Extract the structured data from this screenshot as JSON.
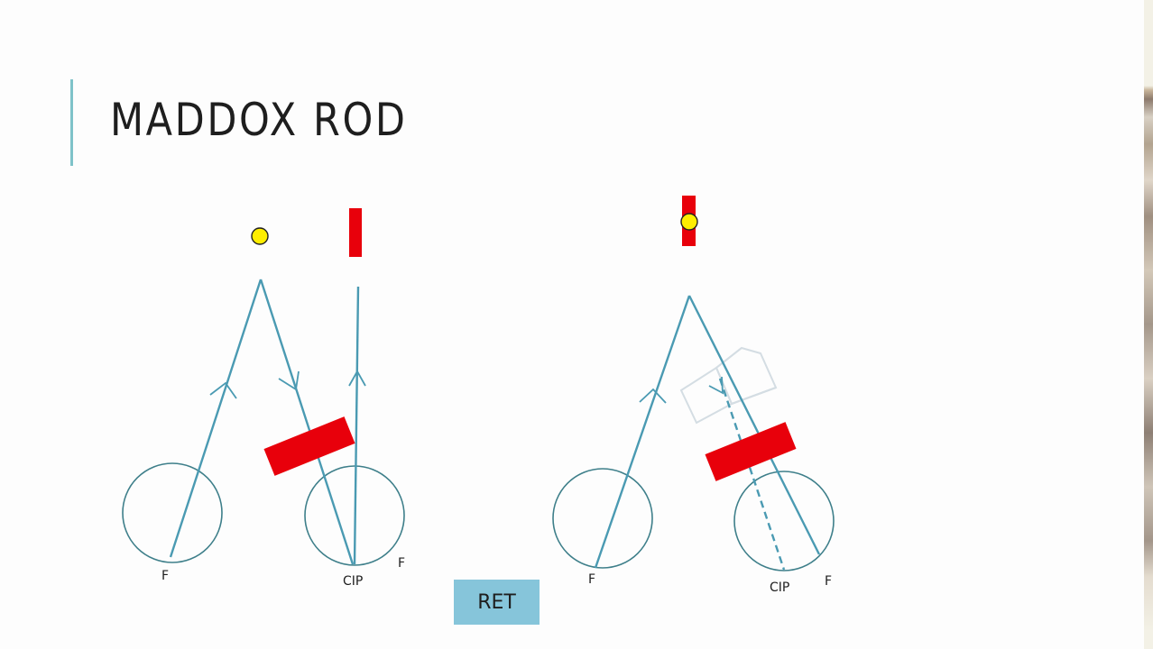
{
  "slide": {
    "title": "MADDOX ROD"
  },
  "diagram": {
    "left_panel": {
      "left_eye_label": "F",
      "right_eye_label_cip": "CIP",
      "right_eye_label_f": "F"
    },
    "right_panel": {
      "left_eye_label": "F",
      "right_eye_label_cip": "CIP",
      "right_eye_label_f": "F"
    }
  },
  "button": {
    "label": "RET"
  },
  "colors": {
    "ray": "#4a9ab2",
    "eye_outline": "#3e7f8a",
    "maddox_rod": "#e8000b",
    "light_source": "#ffee00",
    "prism_outline": "#d4dde3",
    "accent": "#7fc3c9",
    "button_bg": "#86c5da"
  }
}
